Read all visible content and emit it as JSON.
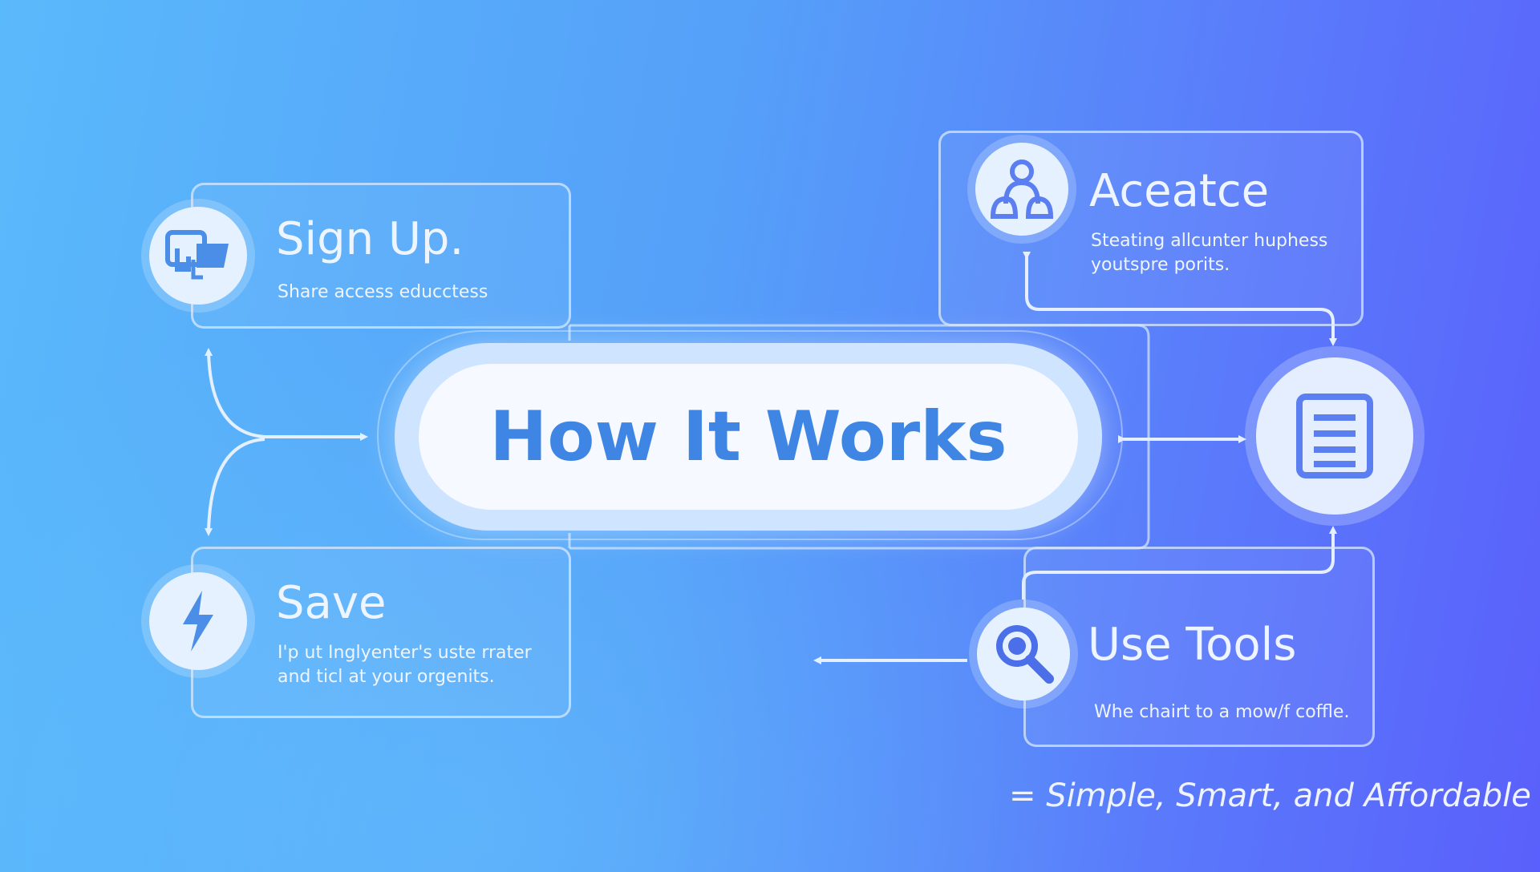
{
  "center": {
    "title": "How It Works"
  },
  "steps": [
    {
      "id": "sign-up",
      "title": "Sign Up.",
      "description": "Share access educctess",
      "icon": "devices-icon"
    },
    {
      "id": "save",
      "title": "Save",
      "description": "I'p ut Inglyenter's uste rrater\nand ticl at your orgenits.",
      "icon": "lightning-icon"
    },
    {
      "id": "aceatce",
      "title": "Aceatce",
      "description": "Steating allcunter huphess\nyoutspre porits.",
      "icon": "people-icon"
    },
    {
      "id": "use-tools",
      "title": "Use Tools",
      "description": "Whe chairt to a mow/f coffle.",
      "icon": "magnifier-icon"
    }
  ],
  "hub": {
    "icon": "document-icon"
  },
  "tagline": "= Simple, Smart, and Affordable",
  "colors": {
    "accent": "#3f86e4",
    "text_light": "#eef5ff",
    "line": "#e4efff"
  }
}
